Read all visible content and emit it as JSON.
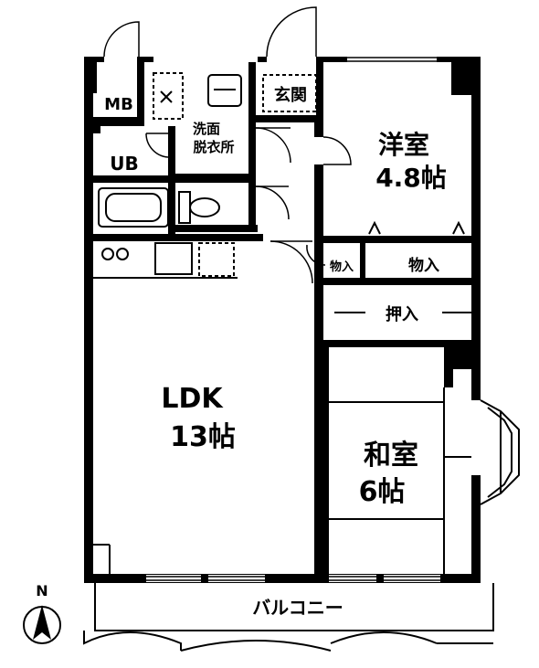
{
  "rooms": {
    "mb": "MB",
    "wash_line1": "洗面",
    "wash_line2": "脱衣所",
    "entrance": "玄関",
    "western_name": "洋室",
    "western_size": "4.8帖",
    "ub": "UB",
    "storage_small": "物入",
    "storage": "物入",
    "closet": "押入",
    "ldk_name": "LDK",
    "ldk_size": "13帖",
    "japanese_name": "和室",
    "japanese_size": "6帖",
    "balcony": "バルコニー"
  },
  "compass": {
    "north": "N"
  }
}
